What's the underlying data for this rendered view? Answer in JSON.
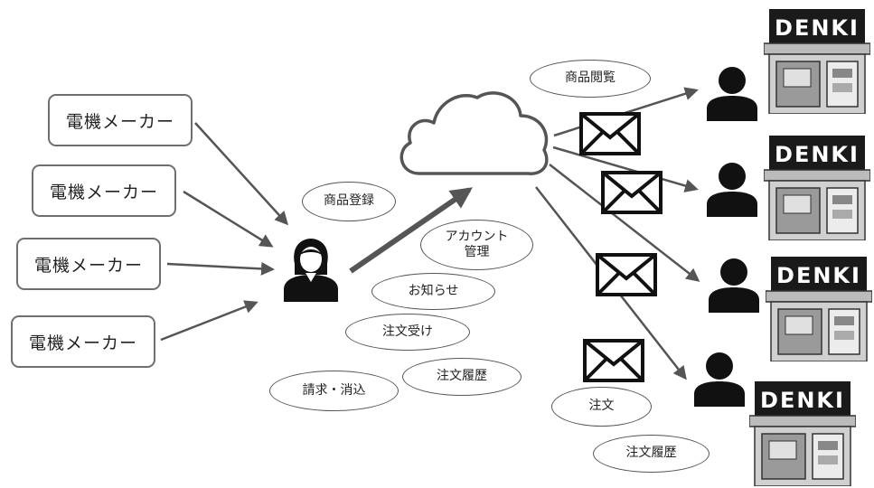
{
  "makers": [
    "電機メーカー",
    "電機メーカー",
    "電機メーカー",
    "電機メーカー"
  ],
  "admin_functions": {
    "product_registration": "商品登録",
    "account_management_line1": "アカウント",
    "account_management_line2": "管理",
    "notice": "お知らせ",
    "order_receiving": "注文受け",
    "order_history": "注文履歴",
    "billing": "請求・消込"
  },
  "store_functions": {
    "product_browsing": "商品閲覧",
    "order": "注文",
    "order_history": "注文履歴"
  },
  "store_sign": "DENKI",
  "icons": {
    "admin": "woman-user-icon",
    "cloud": "cloud-icon",
    "envelope": "envelope-icon",
    "store_user": "person-icon",
    "store": "electronics-store-icon"
  },
  "colors": {
    "line": "#555555",
    "icon": "#111111",
    "sign_bg": "#1a1a1a"
  }
}
